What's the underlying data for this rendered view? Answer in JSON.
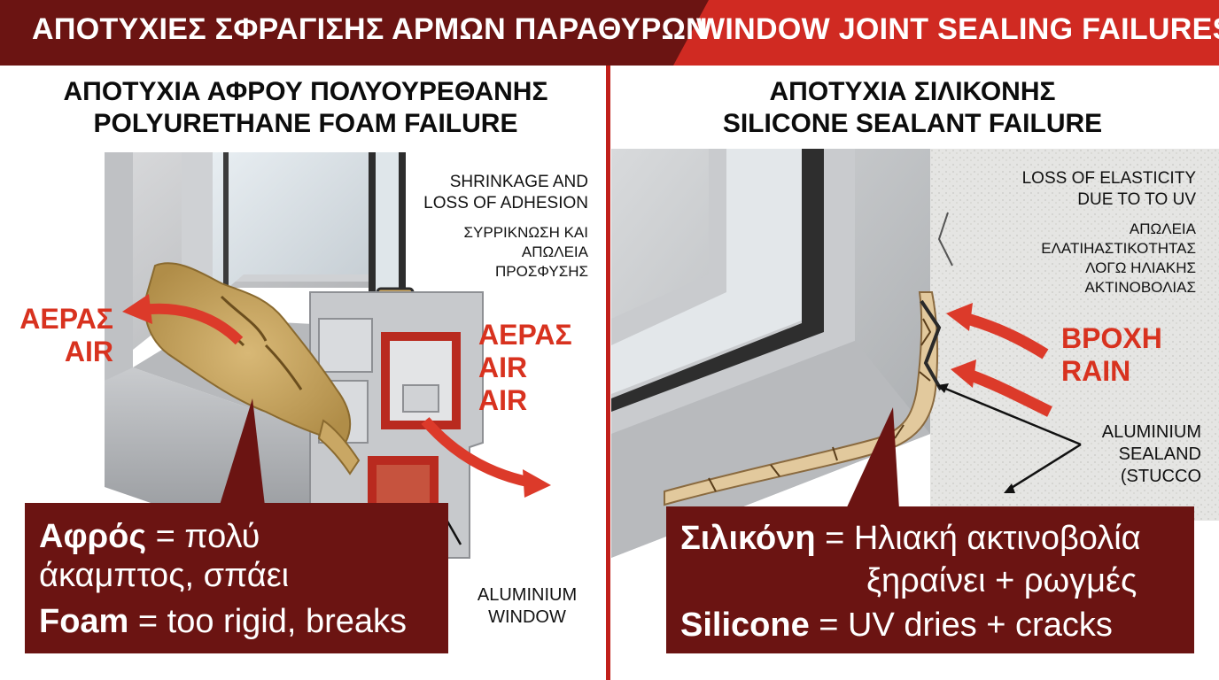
{
  "banner": {
    "left_text": "ΑΠΟΤΥΧΙΕΣ ΣΦΡΑΓΙΣΗΣ ΑΡΜΩΝ ΠΑΡΑΘΥΡΩΝ",
    "right_text": "WINDOW JOINT SEALING FAILURES",
    "left_color": "#6b1412",
    "right_color": "#d02a22"
  },
  "left_panel": {
    "title_gr": "ΑΠΟΤΥΧΙΑ ΑΦΡΟΥ ΠΟΛΥΟΥΡΕΘΑΝΗΣ",
    "title_en": "POLYURETHANE FOAM FAILURE",
    "note_en_1": "SHRINKAGE AND",
    "note_en_2": "LOSS OF ADHESION",
    "note_gr_1": "ΣΥΡΡΙΚΝΩΣΗ ΚΑΙ",
    "note_gr_2": "ΑΠΩΛΕΙΑ",
    "note_gr_3": "ΠΡΟΣΦΥΣΗΣ",
    "air_left_gr": "ΑΕΡΑΣ",
    "air_left_en": "AIR",
    "air_right_gr": "ΑΕΡΑΣ",
    "air_right_en_1": "AIR",
    "air_right_en_2": "AIR",
    "window_label_1": "ALUMINIUM",
    "window_label_2": "WINDOW",
    "caption_gr_bold": "Αφρός",
    "caption_gr_rest_1": " = πολύ",
    "caption_gr_rest_2": "άκαμπτος, σπάει",
    "caption_en_bold": "Foam",
    "caption_en_rest": " = too rigid, breaks"
  },
  "right_panel": {
    "title_gr": "ΑΠΟΤΥΧΙΑ ΣΙΛΙΚΟΝΗΣ",
    "title_en": "SILICONE SEALANT FAILURE",
    "note_en_1": "LOSS OF ELASTICITY",
    "note_en_2": "DUE TO TO UV",
    "note_gr_1": "ΑΠΩΛΕΙΑ",
    "note_gr_2": "ΕΛΑΤΙΗΑΣΤΙΚΟΤΗΤΑΣ",
    "note_gr_3": "ΛΟΓΩ ΗΛΙΑΚΗΣ",
    "note_gr_4": "ΑΚΤΙΝΟΒΟΛΙΑΣ",
    "rain_gr": "ΒΡΟΧΗ",
    "rain_en": "RAIN",
    "sealand_1": "ALUMINIUM",
    "sealand_2": "SEALAND",
    "sealand_3": "(STUCCO",
    "caption_gr_bold": "Σιλικόνη",
    "caption_gr_rest_1": " = Ηλιακή ακτινοβολία",
    "caption_gr_rest_2": "ξηραίνει + ρωγμές",
    "caption_en_bold": "Silicone",
    "caption_en_rest": " = UV dries + cracks"
  },
  "colors": {
    "accent_red": "#d8321f",
    "caption_bg": "#6b1412",
    "divider": "#c0201a"
  },
  "icons": [
    "air-arrow-icon",
    "rain-arrow-icon",
    "pointer-arrow-icon"
  ]
}
